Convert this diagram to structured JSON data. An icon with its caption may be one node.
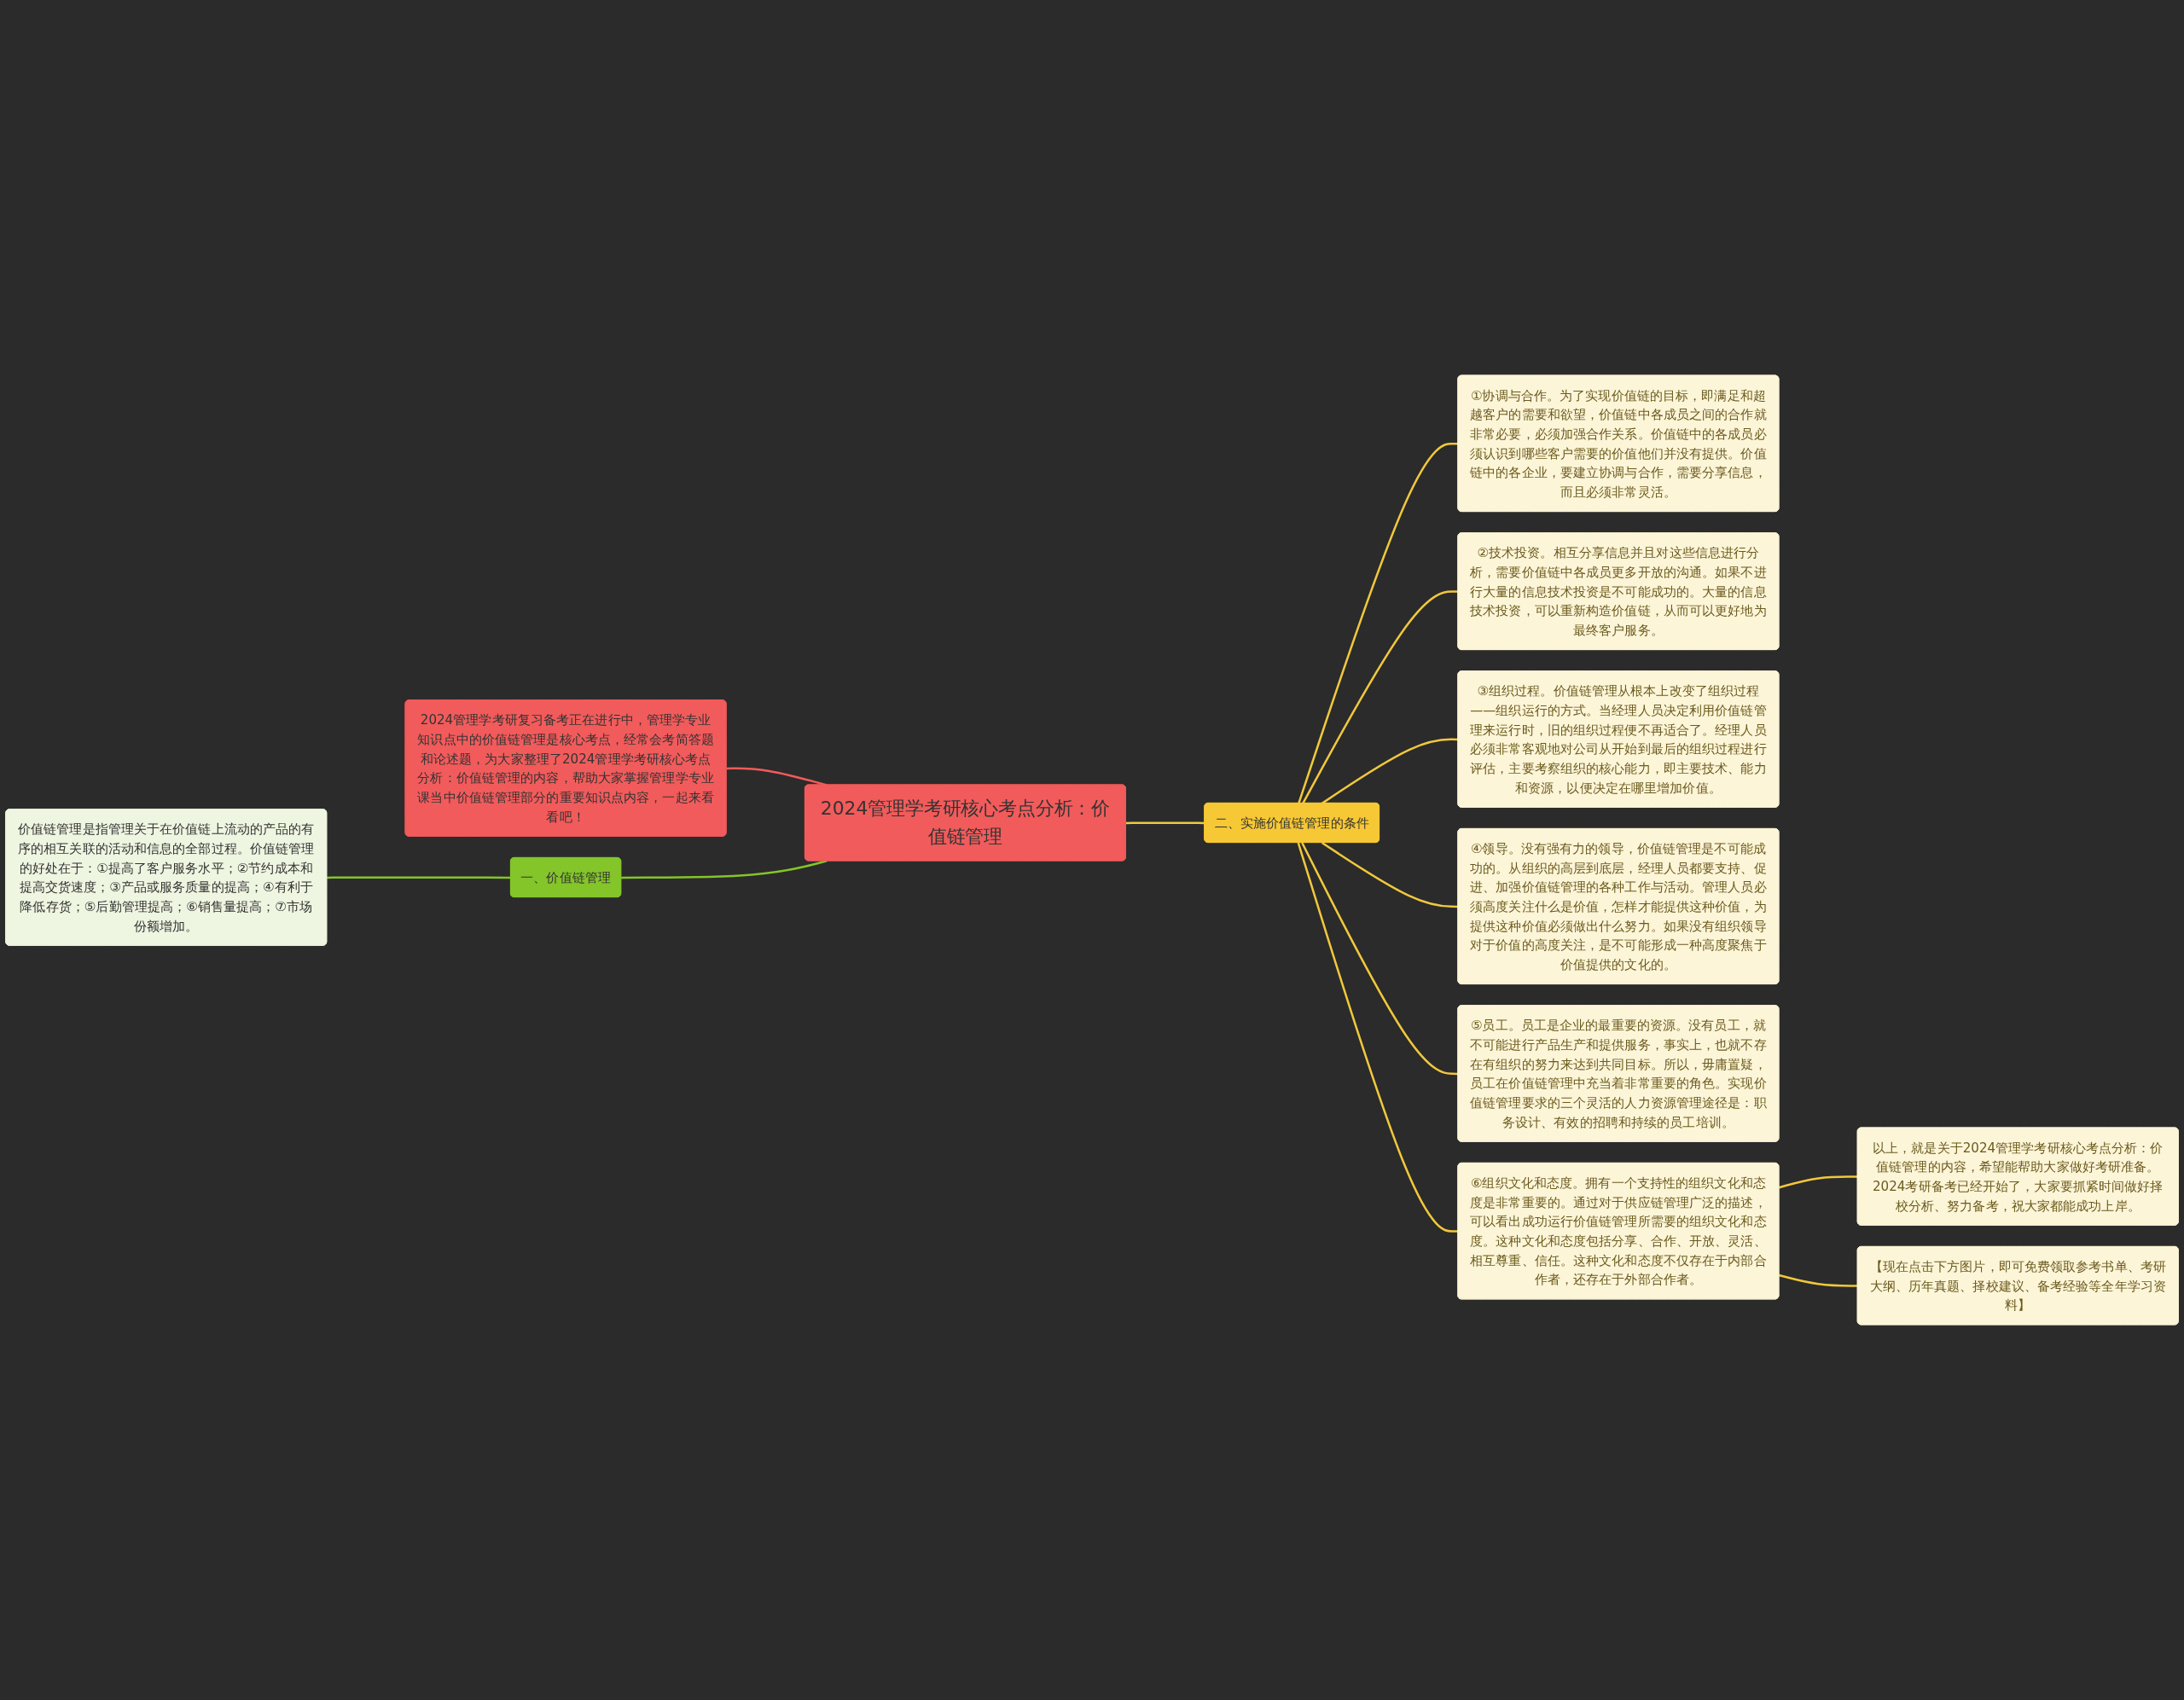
{
  "diagram": {
    "nodes": [
      {
        "text": [
          "2024管理学考研核心考点分析：价值链管理"
        ]
      },
      {
        "text": [
          "2024管理学考研复习备考正在进行中，管理学专业知识点中的价值链管理是核心考点，经常会考简答题和论述题，为大家整理了2024管理学考研核心考点分析：价值链管理的内容，帮助大家掌握管理学专业课当中价值链管理部分的重要知识点内容，一起来看看吧！"
        ]
      },
      {
        "text": [
          "一、价值链管理"
        ]
      },
      {
        "text": [
          "价值链管理是指管理关于在价值链上流动的产品的有序的相互关联的活动和信息的全部过程。价值链管理的好处在于：①提高了客户服务水平；②节约成本和提高交货速度；③产品或服务质量的提高；④有利于降低存货；⑤后勤管理提高；⑥销售量提高；⑦市场份额增加。"
        ]
      },
      {
        "text": [
          "二、实施价值链管理的条件"
        ]
      },
      {
        "text": [
          "①协调与合作。为了实现价值链的目标，即满足和超越客户的需要和欲望，价值链中各成员之间的合作就非常必要，必须加强合作关系。价值链中的各成员必须认识到哪些客户需要的价值他们并没有提供。价值链中的各企业，要建立协调与合作，需要分享信息，而且必须非常灵活。"
        ]
      },
      {
        "text": [
          "②技术投资。相互分享信息并且对这些信息进行分析，需要价值链中各成员更多开放的沟通。如果不进行大量的信息技术投资是不可能成功的。大量的信息技术投资，可以重新构造价值链，从而可以更好地为最终客户服务。"
        ]
      },
      {
        "text": [
          "③组织过程。价值链管理从根本上改变了组织过程——组织运行的方式。当经理人员决定利用价值链管理来运行时，旧的组织过程便不再适合了。经理人员必须非常客观地对公司从开始到最后的组织过程进行评估，主要考察组织的核心能力，即主要技术、能力和资源，以便决定在哪里增加价值。"
        ]
      },
      {
        "text": [
          "④领导。没有强有力的领导，价值链管理是不可能成功的。从组织的高层到底层，经理人员都要支持、促进、加强价值链管理的各种工作与活动。管理人员必须高度关注什么是价值，怎样才能提供这种价值，为提供这种价值必须做出什么努力。如果没有组织领导对于价值的高度关注，是不可能形成一种高度聚焦于价值提供的文化的。"
        ]
      },
      {
        "text": [
          "⑤员工。员工是企业的最重要的资源。没有员工，就不可能进行产品生产和提供服务，事实上，也就不存在有组织的努力来达到共同目标。所以，毋庸置疑，员工在价值链管理中充当着非常重要的角色。实现价值链管理要求的三个灵活的人力资源管理途径是：职务设计、有效的招聘和持续的员工培训。"
        ]
      },
      {
        "text": [
          "⑥组织文化和态度。拥有一个支持性的组织文化和态度是非常重要的。通过对于供应链管理广泛的描述，可以看出成功运行价值链管理所需要的组织文化和态度。这种文化和态度包括分享、合作、开放、灵活、相互尊重、信任。这种文化和态度不仅存在于内部合作者，还存在于外部合作者。"
        ]
      },
      {
        "text": [
          "以上，就是关于2024管理学考研核心考点分析：价值链管理的内容，希望能帮助大家做好考研准备。2024考研备考已经开始了，大家要抓紧时间做好择校分析、努力备考，祝大家都能成功上岸。"
        ]
      },
      {
        "text": [
          "【现在点击下方图片，即可免费领取参考书单、考研大纲、历年真题、择校建议、备考经验等全年学习资料】"
        ]
      }
    ],
    "edges": [
      {
        "from": 1,
        "to": 0,
        "arrow": "none",
        "color": "#f25b5b"
      },
      {
        "from": 2,
        "to": 0,
        "arrow": "none",
        "color": "#84c52a"
      },
      {
        "from": 3,
        "to": 2,
        "arrow": "none",
        "color": "#84c52a"
      },
      {
        "from": 0,
        "to": 4,
        "arrow": "none"
      },
      {
        "from": 4,
        "to": 5,
        "arrow": "none"
      },
      {
        "from": 4,
        "to": 6,
        "arrow": "none"
      },
      {
        "from": 4,
        "to": 7,
        "arrow": "none"
      },
      {
        "from": 4,
        "to": 8,
        "arrow": "none"
      },
      {
        "from": 4,
        "to": 9,
        "arrow": "none"
      },
      {
        "from": 4,
        "to": 10,
        "arrow": "none"
      },
      {
        "from": 10,
        "to": 11,
        "arrow": "none"
      },
      {
        "from": 10,
        "to": 12,
        "arrow": "none"
      }
    ]
  }
}
